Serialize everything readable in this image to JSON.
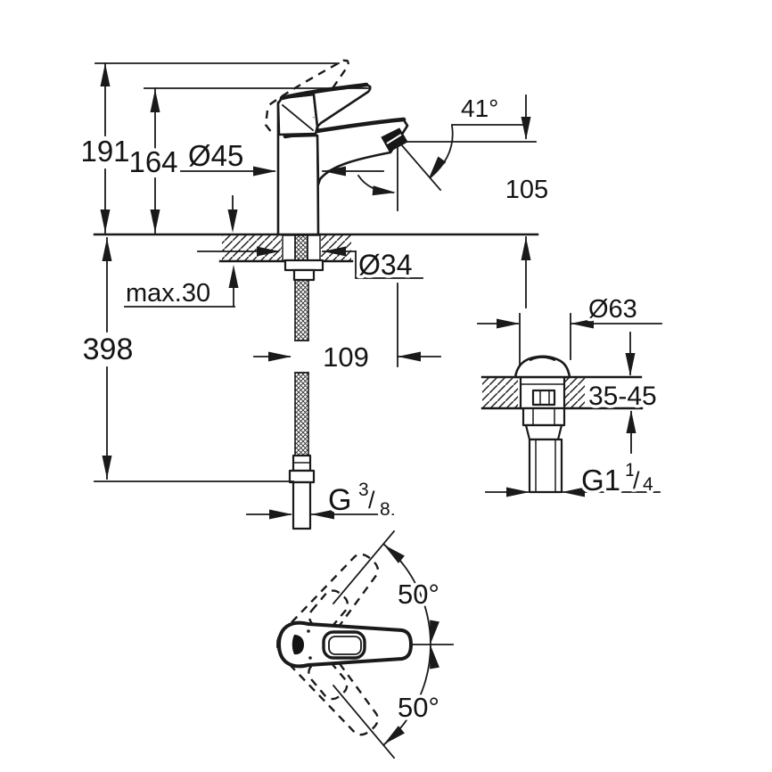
{
  "drawing": {
    "front_view": {
      "height_to_lever_open": "191",
      "height_to_lever": "164",
      "body_diameter": "Ø45",
      "aerator_angle": "41°",
      "spout_height": "105",
      "max_counter_thickness": "max.30",
      "hose_length_below": "398",
      "hole_diameter": "Ø34",
      "spout_projection": "109",
      "supply_thread": {
        "letter": "G",
        "numerator": "3",
        "slash": "/",
        "denominator": "8"
      }
    },
    "drain_view": {
      "flange_diameter": "Ø63",
      "counter_thickness_range": "35-45",
      "thread": {
        "letter": "G1",
        "numerator": "1",
        "slash": "/",
        "denominator": "4"
      }
    },
    "top_view": {
      "swing_angle_up": "50°",
      "swing_angle_down": "50°"
    },
    "colors": {
      "line": "#1a1a1a",
      "background": "#ffffff"
    }
  }
}
